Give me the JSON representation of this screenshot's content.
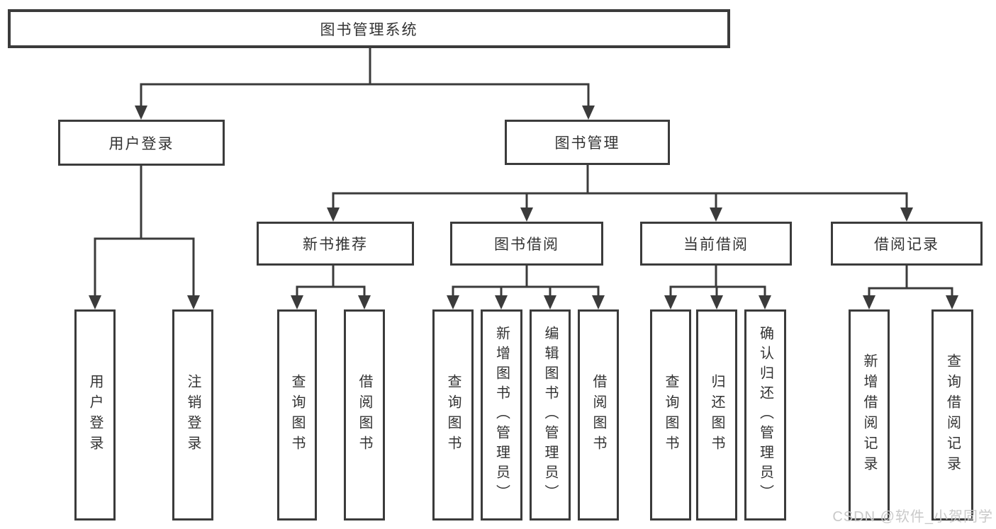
{
  "meta": {
    "diagram_type": "hierarchy-tree",
    "language": "zh-CN"
  },
  "colors": {
    "line": "#3b3b3b",
    "text": "#333333",
    "background": "#ffffff",
    "watermark": "#c9c9c9"
  },
  "watermark": {
    "text": "CSDN @软件_小贺同学"
  },
  "tree": {
    "label": "图书管理系统",
    "children": [
      {
        "label": "用户登录",
        "children": [
          {
            "label": "用户登录"
          },
          {
            "label": "注销登录"
          }
        ]
      },
      {
        "label": "图书管理",
        "children": [
          {
            "label": "新书推荐",
            "children": [
              {
                "label": "查询图书"
              },
              {
                "label": "借阅图书"
              }
            ]
          },
          {
            "label": "图书借阅",
            "children": [
              {
                "label": "查询图书"
              },
              {
                "label": "新增图书（管理员）"
              },
              {
                "label": "编辑图书（管理员）"
              },
              {
                "label": "借阅图书"
              }
            ]
          },
          {
            "label": "当前借阅",
            "children": [
              {
                "label": "查询图书"
              },
              {
                "label": "归还图书"
              },
              {
                "label": "确认归还（管理员）"
              }
            ]
          },
          {
            "label": "借阅记录",
            "children": [
              {
                "label": "新增借阅记录"
              },
              {
                "label": "查询借阅记录"
              }
            ]
          }
        ]
      }
    ]
  }
}
